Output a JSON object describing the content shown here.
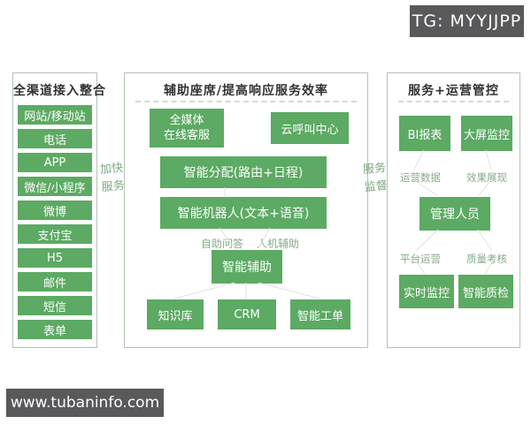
{
  "badges": {
    "tg": "TG: MYYJJPP",
    "website": "www.tubaninfo.com"
  },
  "colors": {
    "box_green": "#5caa63",
    "panel_border": "#b2c4b2",
    "badge_bg": "#59595b",
    "muted_label_green": "#85ab88",
    "title_text": "#333333",
    "dash_gray": "#d9d9d9"
  },
  "left_panel": {
    "title": "全渠道接入整合",
    "items": [
      "网站/移动站",
      "电话",
      "APP",
      "微信/小程序",
      "微博",
      "支付宝",
      "H5",
      "邮件",
      "短信",
      "表单"
    ]
  },
  "middle_panel": {
    "title": "辅助座席/提高响应服务效率",
    "omnimedia_line1": "全媒体",
    "omnimedia_line2": "在线客服",
    "cloud_call": "云呼叫中心",
    "dispatch": "智能分配(路由+日程)",
    "robot": "智能机器人(文本+语音)",
    "label_self_qa": "自助问答",
    "label_human_assist": "人机辅助",
    "assist": "智能辅助",
    "bottom_items": [
      "知识库",
      "CRM",
      "智能工单"
    ]
  },
  "right_panel": {
    "title": "服务+运营管控",
    "row1": [
      "BI报表",
      "大屏监控"
    ],
    "labels1": [
      "运营数据",
      "效果展现"
    ],
    "manager": "管理人员",
    "labels2": [
      "平台运营",
      "质量考核"
    ],
    "row3": [
      "实时监控",
      "智能质检"
    ]
  },
  "between_labels": {
    "left_mid_line1": "加快",
    "left_mid_line2": "服务",
    "mid_right_line1": "服务",
    "mid_right_line2": "监督"
  }
}
